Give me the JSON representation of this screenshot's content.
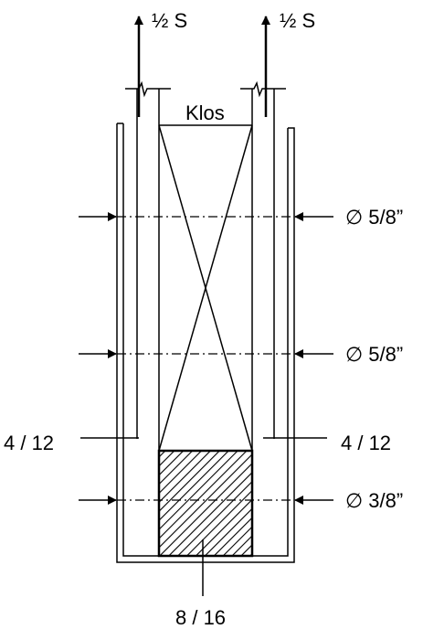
{
  "labels": {
    "force_left": "½ S",
    "force_right": "½ S",
    "block": "Klos",
    "bolt_top": "∅ 5/8”",
    "bolt_middle": "∅ 5/8”",
    "bolt_bottom": "∅ 3/8”",
    "plate_left": "4 / 12",
    "plate_right": "4 / 12",
    "timber_section": "8 / 16"
  }
}
